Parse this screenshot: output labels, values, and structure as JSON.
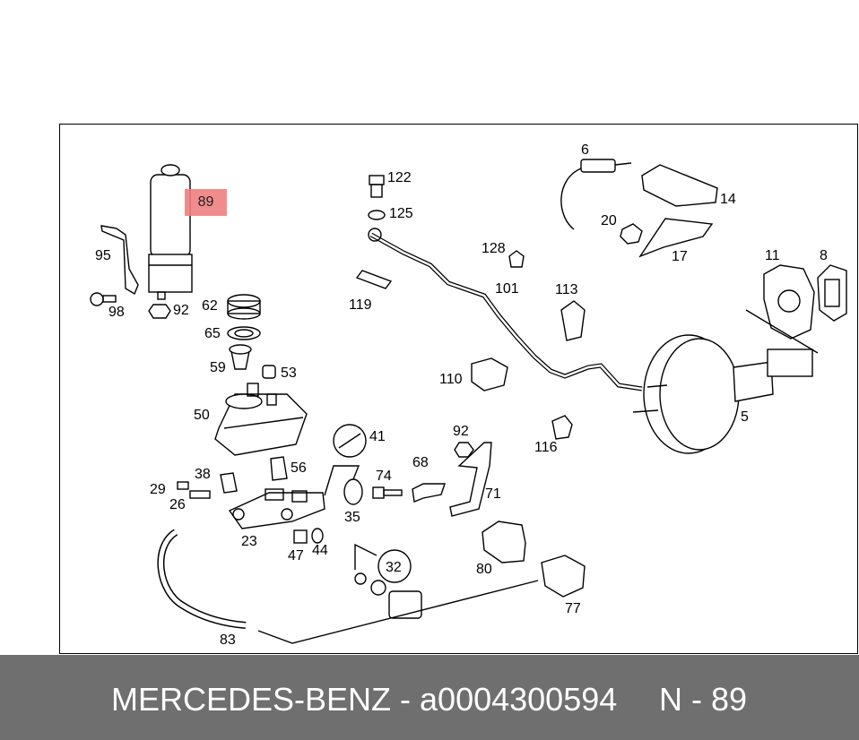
{
  "highlighted_label": "89",
  "labels": [
    {
      "id": "122",
      "text": "122"
    },
    {
      "id": "125",
      "text": "125"
    },
    {
      "id": "6",
      "text": "6"
    },
    {
      "id": "14",
      "text": "14"
    },
    {
      "id": "20",
      "text": "20"
    },
    {
      "id": "17",
      "text": "17"
    },
    {
      "id": "128",
      "text": "128"
    },
    {
      "id": "101",
      "text": "101"
    },
    {
      "id": "113",
      "text": "113"
    },
    {
      "id": "11",
      "text": "11"
    },
    {
      "id": "8",
      "text": "8"
    },
    {
      "id": "95",
      "text": "95"
    },
    {
      "id": "98",
      "text": "98"
    },
    {
      "id": "92a",
      "text": "92"
    },
    {
      "id": "62",
      "text": "62"
    },
    {
      "id": "119",
      "text": "119"
    },
    {
      "id": "65",
      "text": "65"
    },
    {
      "id": "59",
      "text": "59"
    },
    {
      "id": "53",
      "text": "53"
    },
    {
      "id": "110",
      "text": "110"
    },
    {
      "id": "116",
      "text": "116"
    },
    {
      "id": "5",
      "text": "5"
    },
    {
      "id": "50",
      "text": "50"
    },
    {
      "id": "41",
      "text": "41"
    },
    {
      "id": "92b",
      "text": "92"
    },
    {
      "id": "38",
      "text": "38"
    },
    {
      "id": "56",
      "text": "56"
    },
    {
      "id": "74",
      "text": "74"
    },
    {
      "id": "68",
      "text": "68"
    },
    {
      "id": "71",
      "text": "71"
    },
    {
      "id": "29",
      "text": "29"
    },
    {
      "id": "26",
      "text": "26"
    },
    {
      "id": "35",
      "text": "35"
    },
    {
      "id": "23",
      "text": "23"
    },
    {
      "id": "47",
      "text": "47"
    },
    {
      "id": "44",
      "text": "44"
    },
    {
      "id": "80",
      "text": "80"
    },
    {
      "id": "32",
      "text": "32"
    },
    {
      "id": "77",
      "text": "77"
    },
    {
      "id": "83",
      "text": "83"
    }
  ],
  "footer": {
    "part_text": "MERCEDES-BENZ - a0004300594",
    "position_text": "N - 89"
  }
}
